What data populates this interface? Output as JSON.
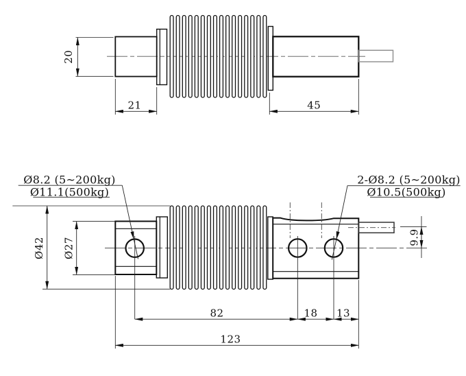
{
  "upper_view": {
    "dim_height": "20",
    "dim_left_len": "21",
    "dim_right_len": "45"
  },
  "lower_view": {
    "label_left_1": "Ø8.2 (5~200kg)",
    "label_left_2": "Ø11.1(500kg)",
    "label_right_1": "2-Ø8.2 (5~200kg)",
    "label_right_2": "Ø10.5(500kg)",
    "dim_bellows_od": "Ø42",
    "dim_hub_od": "Ø27",
    "dim_cable_offset": "9.9",
    "dim_span_a": "82",
    "dim_span_b": "18",
    "dim_span_c": "13",
    "dim_total": "123"
  },
  "colors": {
    "line": "#1a1a1a",
    "cable_gray": "#8c8c8c"
  }
}
